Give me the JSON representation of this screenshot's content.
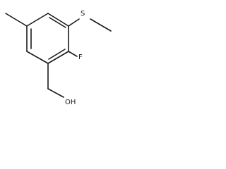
{
  "structure": {
    "atoms": {
      "sulfur": "S",
      "fluorine": "F",
      "hydroxyl": "OH"
    },
    "colors": {
      "ink": "#1a1a1a",
      "background": "#ffffff"
    }
  }
}
